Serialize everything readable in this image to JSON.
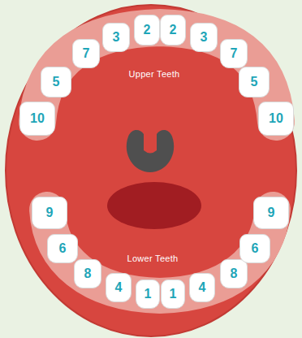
{
  "diagram": {
    "nodes": [
      {
        "text": [
          "10"
        ]
      },
      {
        "text": [
          "5"
        ]
      },
      {
        "text": [
          "7"
        ]
      },
      {
        "text": [
          "3"
        ]
      },
      {
        "text": [
          "2"
        ]
      },
      {
        "text": [
          "2"
        ]
      },
      {
        "text": [
          "3"
        ]
      },
      {
        "text": [
          "7"
        ]
      },
      {
        "text": [
          "5"
        ]
      },
      {
        "text": [
          "10"
        ]
      },
      {
        "text": [
          "9"
        ]
      },
      {
        "text": [
          "6"
        ]
      },
      {
        "text": [
          "8"
        ]
      },
      {
        "text": [
          "4"
        ]
      },
      {
        "text": [
          "1"
        ]
      },
      {
        "text": [
          "1"
        ]
      },
      {
        "text": [
          "4"
        ]
      },
      {
        "text": [
          "8"
        ]
      },
      {
        "text": [
          "6"
        ]
      },
      {
        "text": [
          "9"
        ]
      }
    ],
    "labels": [
      "Upper Teeth",
      "Lower Teeth"
    ]
  }
}
